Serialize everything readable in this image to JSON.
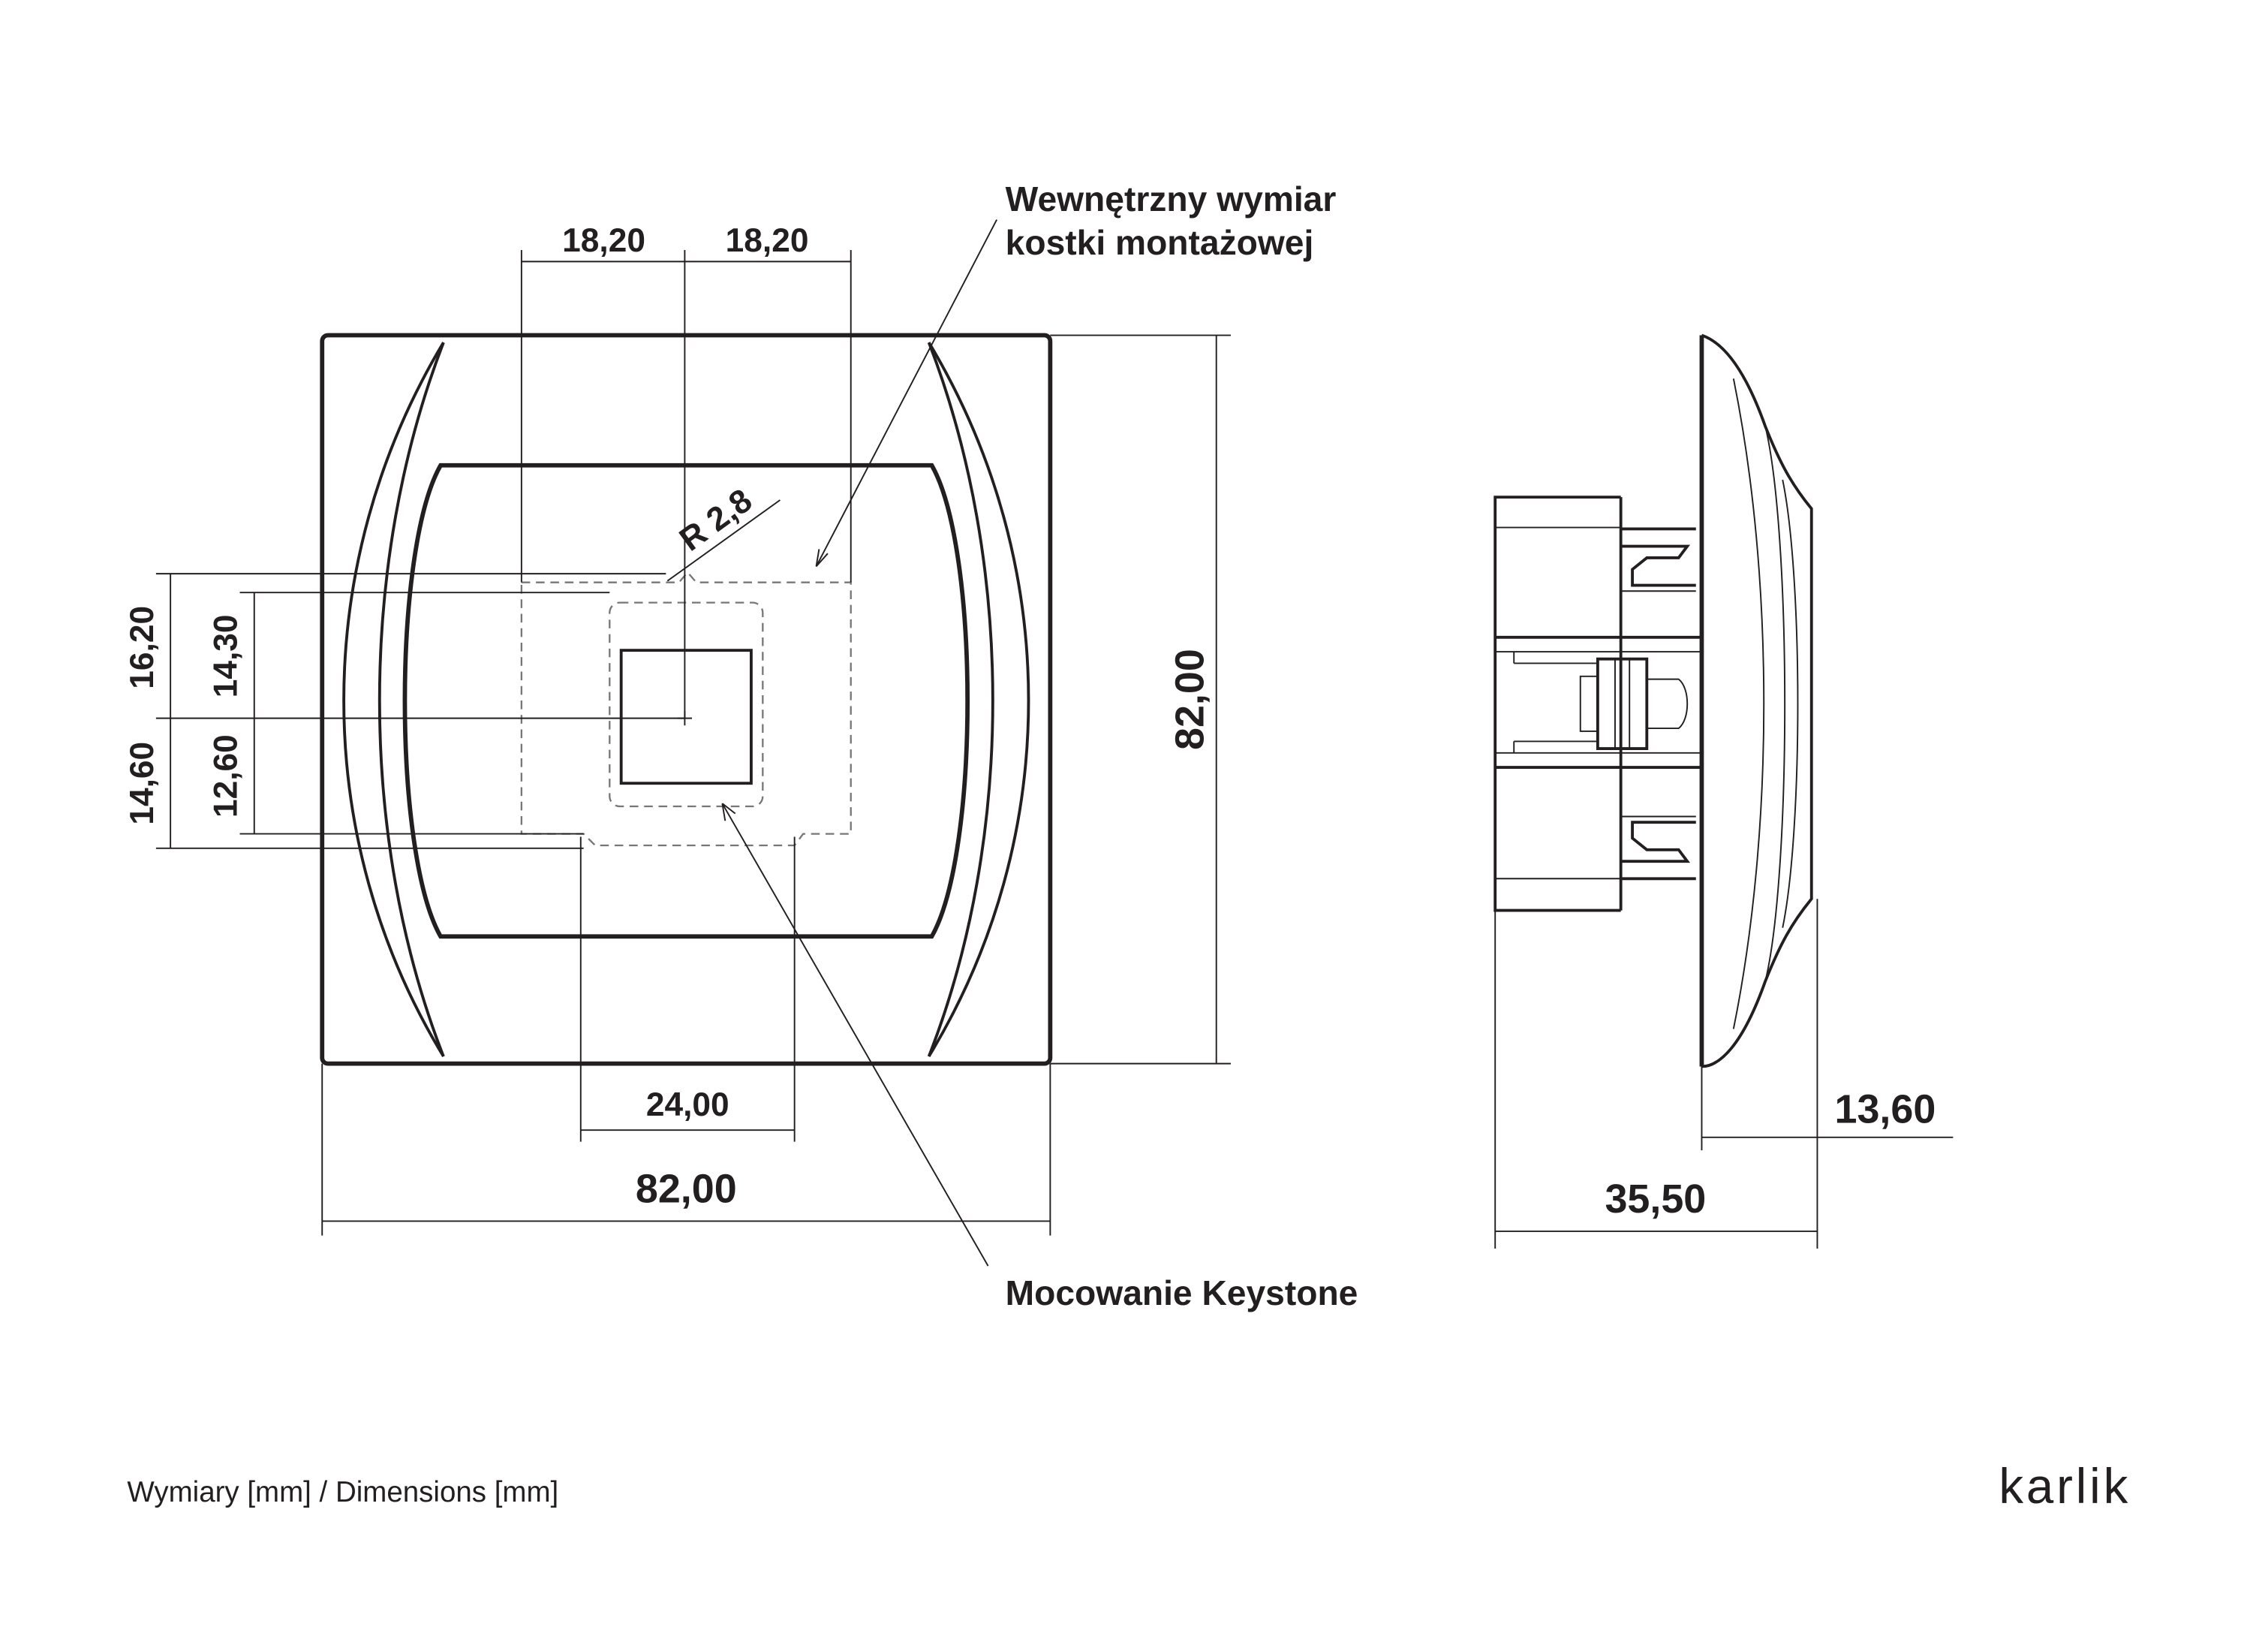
{
  "dimensions": {
    "left_half_width": "18,20",
    "right_half_width": "18,20",
    "radius": "R 2,8",
    "upper_outer_height": "16,20",
    "upper_inner_height": "14,30",
    "lower_outer_height": "14,60",
    "lower_inner_height": "12,60",
    "cutout_width": "24,00",
    "front_width": "82,00",
    "front_height": "82,00",
    "depth_total": "35,50",
    "frame_depth": "13,60"
  },
  "labels": {
    "inner_box_line1": "Wewnętrzny wymiar",
    "inner_box_line2": "kostki montażowej",
    "keystone": "Mocowanie Keystone"
  },
  "footer": {
    "units": "Wymiary [mm] / Dimensions [mm]",
    "brand": "karlik"
  },
  "colors": {
    "line": "#231f20",
    "dashed": "#777777",
    "background": "#ffffff"
  }
}
